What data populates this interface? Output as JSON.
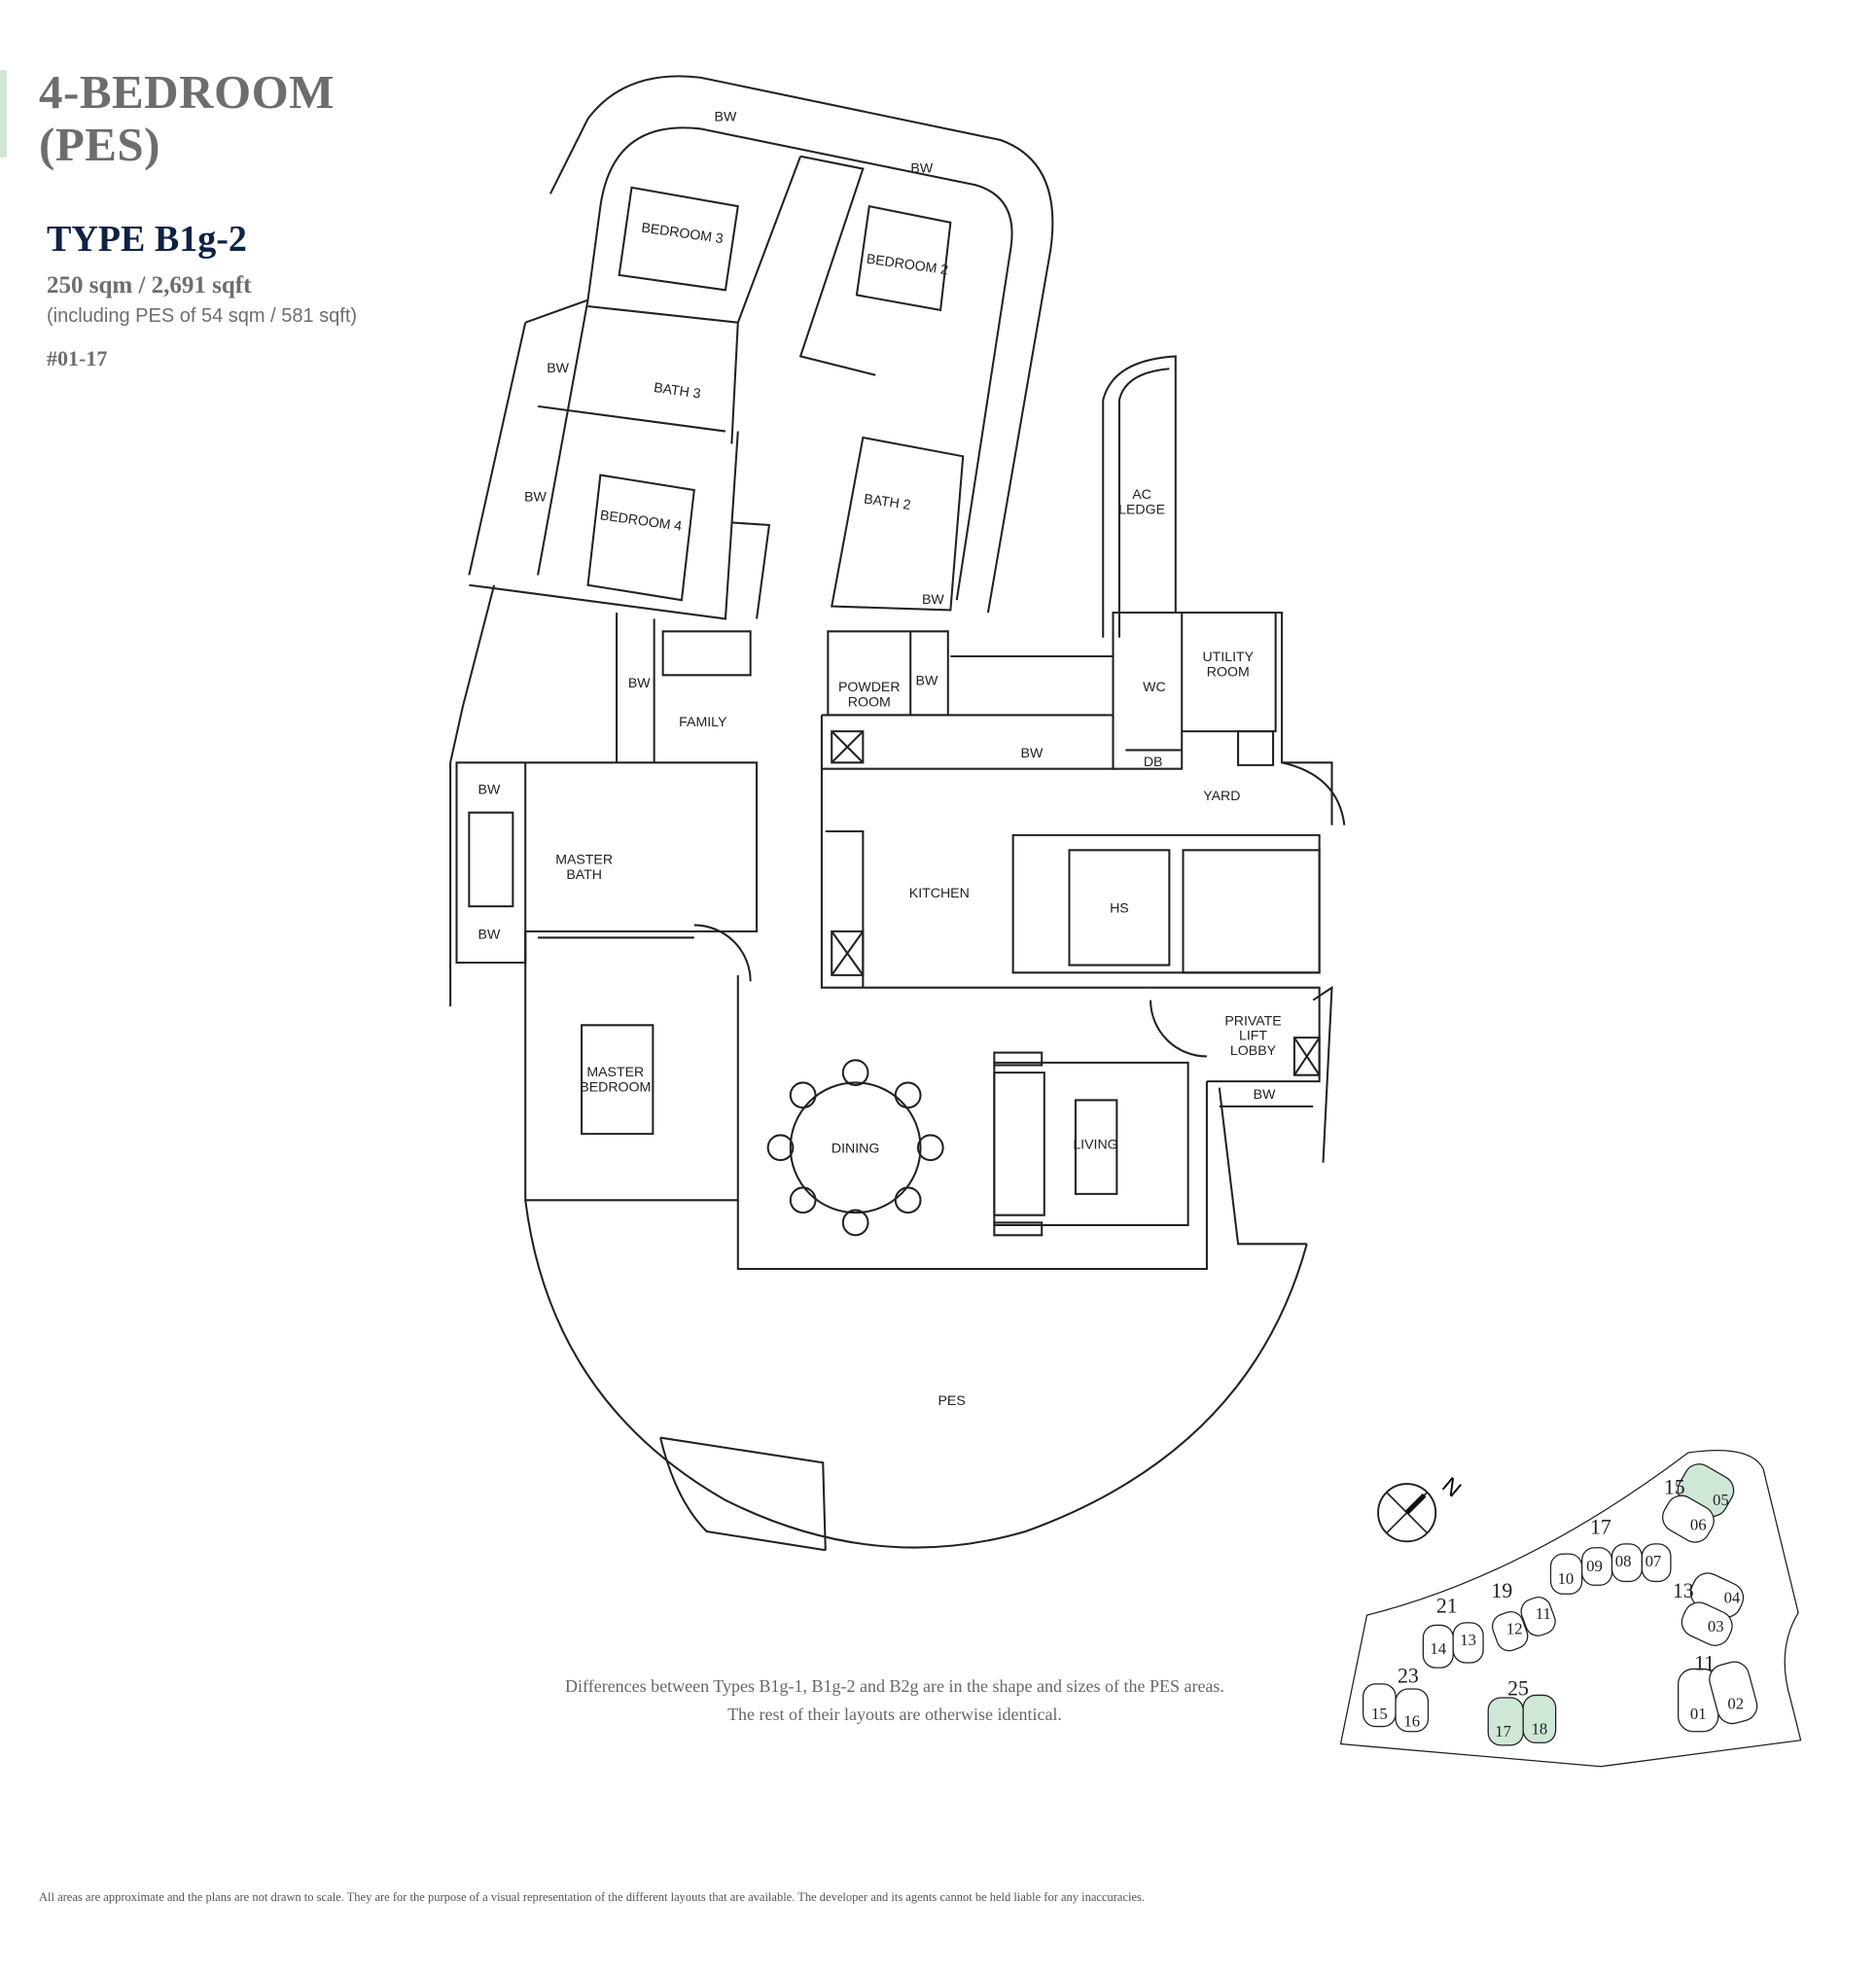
{
  "header": {
    "title_line1": "4-BEDROOM",
    "title_line2": "(PES)",
    "type": "TYPE B1g-2",
    "area": "250 sqm / 2,691 sqft",
    "area_note": "(including PES of 54 sqm / 581 sqft)",
    "unit": "#01-17"
  },
  "colors": {
    "accent": "#cfe8d6",
    "title": "#6d6d6f",
    "type": "#0e2244",
    "highlight": "#cfe8d6"
  },
  "rooms": {
    "bedroom3": "BEDROOM 3",
    "bedroom2": "BEDROOM 2",
    "bath3": "BATH 3",
    "bedroom4": "BEDROOM 4",
    "bath2": "BATH 2",
    "ac_ledge_1": "AC",
    "ac_ledge_2": "LEDGE",
    "utility_1": "UTILITY",
    "utility_2": "ROOM",
    "wc": "WC",
    "db": "DB",
    "yard": "YARD",
    "powder_1": "POWDER",
    "powder_2": "ROOM",
    "family": "FAMILY",
    "master_bath_1": "MASTER",
    "master_bath_2": "BATH",
    "kitchen": "KITCHEN",
    "hs": "HS",
    "lift_1": "PRIVATE",
    "lift_2": "LIFT",
    "lift_3": "LOBBY",
    "master_bed_1": "MASTER",
    "master_bed_2": "BEDROOM",
    "dining": "DINING",
    "living": "LIVING",
    "pes": "PES",
    "bw": "BW"
  },
  "site_plan": {
    "north_label": "N",
    "blocks": [
      {
        "block": "15",
        "units": [
          "05",
          "06"
        ],
        "highlight": [
          "05"
        ]
      },
      {
        "block": "17",
        "units": [
          "10",
          "09",
          "08",
          "07"
        ],
        "highlight": []
      },
      {
        "block": "13",
        "units": [
          "04",
          "03"
        ],
        "highlight": []
      },
      {
        "block": "19",
        "units": [
          "12",
          "11"
        ],
        "highlight": []
      },
      {
        "block": "21",
        "units": [
          "14",
          "13"
        ],
        "highlight": []
      },
      {
        "block": "23",
        "units": [
          "15",
          "16"
        ],
        "highlight": []
      },
      {
        "block": "25",
        "units": [
          "17",
          "18"
        ],
        "highlight": [
          "17",
          "18"
        ]
      },
      {
        "block": "11",
        "units": [
          "01",
          "02"
        ],
        "highlight": []
      }
    ]
  },
  "note_line1": "Differences between Types B1g-1, B1g-2 and B2g are in the shape and sizes of the PES areas.",
  "note_line2": "The rest of their layouts are otherwise identical.",
  "disclaimer": "All areas are approximate and the plans are not drawn to scale. They are for the purpose of a visual representation of the different layouts that are available. The developer and its agents cannot be held liable for any inaccuracies."
}
